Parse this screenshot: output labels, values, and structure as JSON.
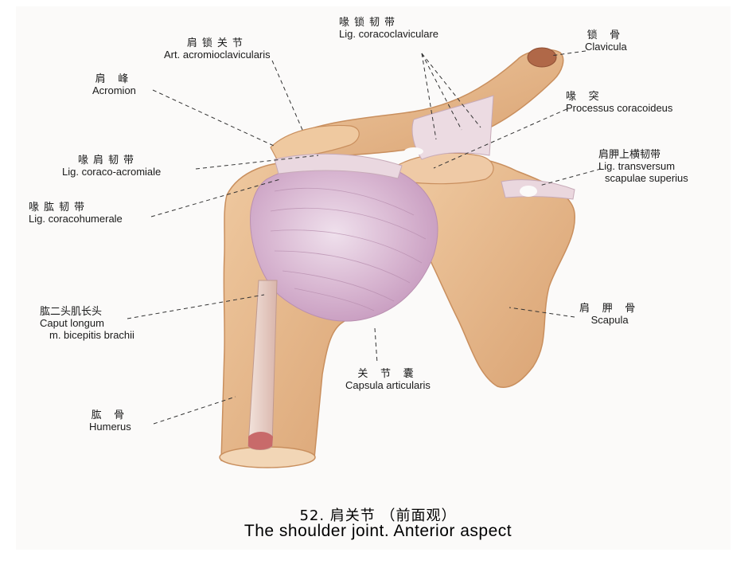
{
  "labels": {
    "art_acromioclavicularis": {
      "zh": "肩锁关节",
      "la": "Art. acromioclavicularis"
    },
    "acromion": {
      "zh": "肩 峰",
      "la": "Acromion"
    },
    "lig_coracoacromiale": {
      "zh": "喙肩韧带",
      "la": "Lig. coraco-acromiale"
    },
    "lig_coracohumerale": {
      "zh": "喙肱韧带",
      "la": "Lig. coracohumerale"
    },
    "caput_longum": {
      "zh": "肱二头肌长头",
      "la1": "Caput longum",
      "la2": "m. bicepitis brachii"
    },
    "humerus": {
      "zh": "肱 骨",
      "la": "Humerus"
    },
    "lig_coracoclaviculare": {
      "zh": "喙锁韧带",
      "la": "Lig. coracoclaviculare"
    },
    "clavicula": {
      "zh": "锁 骨",
      "la": "Clavicula"
    },
    "processus_coracoideus": {
      "zh": "喙 突",
      "la": "Processus coracoideus"
    },
    "lig_transversum": {
      "zh": "肩胛上横韧带",
      "la1": "Lig. transversum",
      "la2": "scapulae superius"
    },
    "scapula": {
      "zh": "肩 胛 骨",
      "la": "Scapula"
    },
    "capsula_articularis": {
      "zh": "关 节 囊",
      "la": "Capsula articularis"
    }
  },
  "caption": {
    "zh": "52.   肩关节  （前面观）",
    "en": "The shoulder joint. Anterior aspect"
  },
  "colors": {
    "bone": "#e7b98c",
    "bone_dark": "#c98f5e",
    "capsule": "#d9b9d3",
    "ligament": "#e9d6de",
    "tendon": "#e8cfc4",
    "marrow": "#b06848"
  }
}
